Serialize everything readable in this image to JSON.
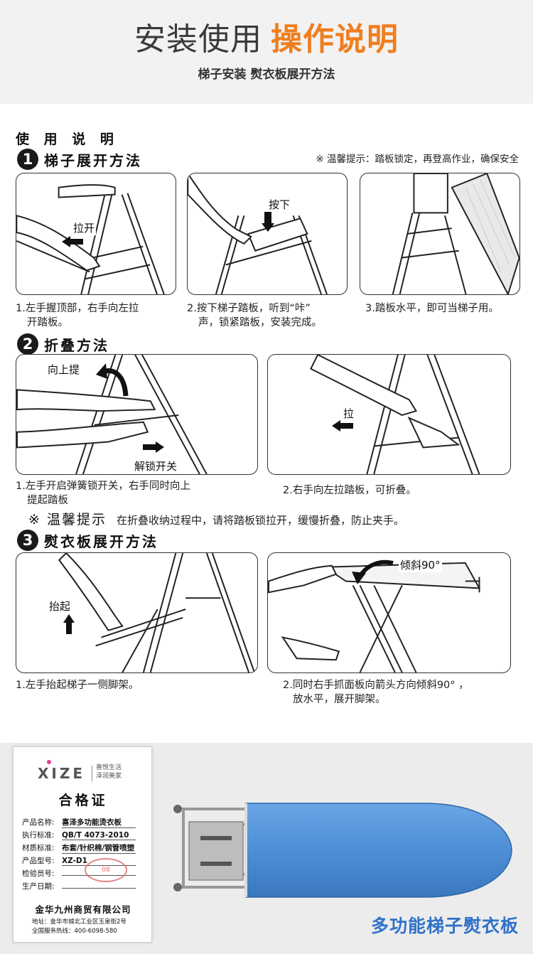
{
  "header": {
    "title_part1": "安装使用",
    "title_part2": "操作说明",
    "subtitle": "梯子安装  熨衣板展开方法"
  },
  "usage_heading": "使 用 说 明",
  "sections": [
    {
      "number": "1",
      "title": "梯子展开方法"
    },
    {
      "number": "2",
      "title": "折叠方法"
    },
    {
      "number": "3",
      "title": "熨衣板展开方法"
    }
  ],
  "safety_tip": "※ 温馨提示：踏板锁定，再登高作业，确保安全",
  "section1": {
    "labels": {
      "pull": "拉开",
      "press": "按下"
    },
    "captions": [
      [
        "1.左手握顶部，右手向左拉",
        "开踏板。"
      ],
      [
        "2.按下梯子踏板，听到“咔”",
        "声，锁紧踏板，安装完成。"
      ],
      [
        "3.踏板水平，即可当梯子用。"
      ]
    ]
  },
  "section2": {
    "labels": {
      "lift": "向上提",
      "unlock": "解锁开关",
      "pull": "拉"
    },
    "captions": [
      [
        "1.左手开启弹簧锁开关，右手同时向上",
        "提起踏板"
      ],
      [
        "2.右手向左拉踏板，可折叠。"
      ]
    ]
  },
  "warm_tip": {
    "label": "※ 温馨提示",
    "text": "在折叠收纳过程中，请将踏板锁拉开，缓慢折叠，防止夹手。"
  },
  "section3": {
    "labels": {
      "lift": "抬起",
      "tilt": "倾斜90°"
    },
    "captions": [
      [
        "1.左手抬起梯子一侧脚架。"
      ],
      [
        "2.同时右手抓面板向箭头方向倾斜90° ，",
        "放水平，展开脚架。"
      ]
    ]
  },
  "certificate": {
    "brand": "XIZE",
    "slogan": [
      "喜悦生活",
      "泽润美家"
    ],
    "title": "合格证",
    "rows": [
      {
        "key": "产品名称:",
        "value": "喜泽多功能烫衣板"
      },
      {
        "key": "执行标准:",
        "value": "QB/T 4073-2010"
      },
      {
        "key": "材质标准:",
        "value": "布套/针织棉/钢管喷塑"
      },
      {
        "key": "产品型号:",
        "value": "XZ-D1"
      },
      {
        "key": "检验员号:",
        "value": ""
      },
      {
        "key": "生产日期:",
        "value": ""
      }
    ],
    "stamp": "08",
    "company": "金华九州商贸有限公司",
    "address": "地址：金华市城北工业区玉泉街2号",
    "hotline": "全国服务热线：400-6098-580"
  },
  "product_name": "多功能梯子熨衣板",
  "colors": {
    "accent": "#f07e1e",
    "board_blue": "#4e8fd6",
    "product_text": "#2f72c8"
  }
}
